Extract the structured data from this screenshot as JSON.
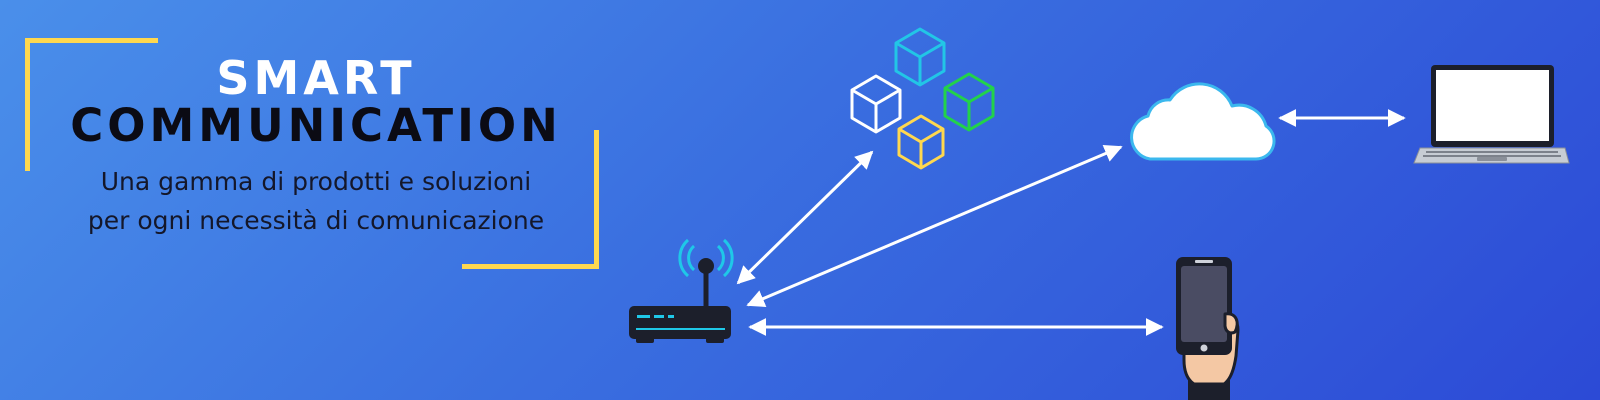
{
  "banner": {
    "title_line1": "SMART",
    "title_line2": "COMMUNICATION",
    "subtitle_line1": "Una gamma di prodotti e soluzioni",
    "subtitle_line2": "per ogni necessità di comunicazione"
  },
  "icons": {
    "router": "router-icon",
    "cubes": "blockchain-cubes-icon",
    "cloud": "cloud-icon",
    "laptop": "laptop-icon",
    "phone": "smartphone-in-hand-icon"
  },
  "colors": {
    "accent": "#ffd84f",
    "title_light": "#ffffff",
    "title_dark": "#0b0b14",
    "cube_cyan": "#22c6e6",
    "cube_white": "#ffffff",
    "cube_green": "#22d24a",
    "cube_yellow": "#ffd84f"
  }
}
